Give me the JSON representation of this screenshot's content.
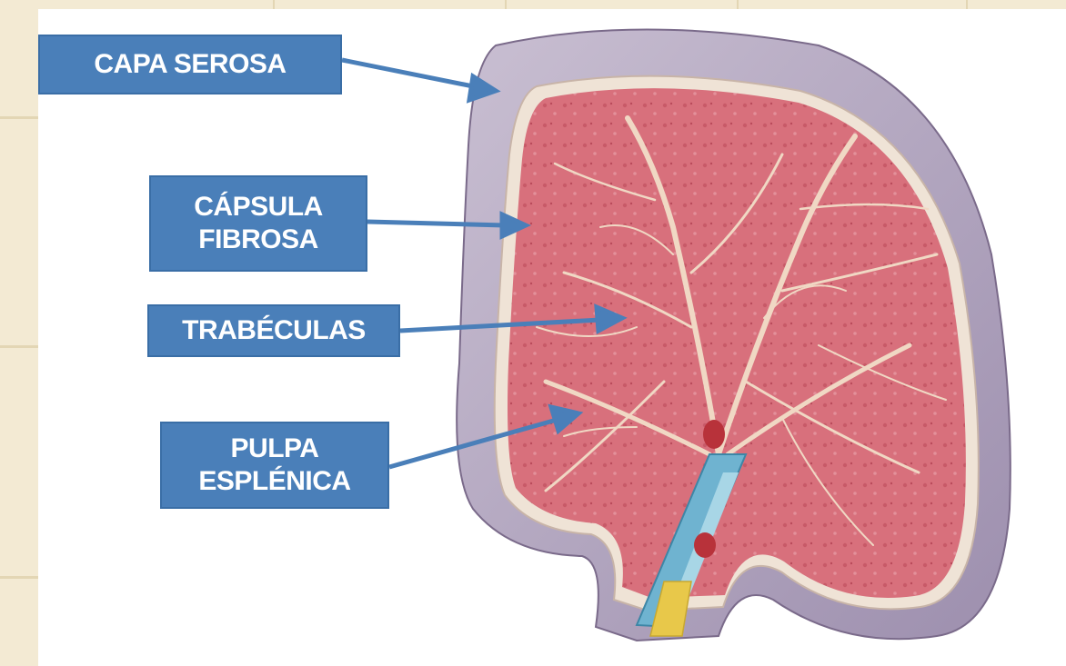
{
  "labels": {
    "capa_serosa": "CAPA SEROSA",
    "capsula_fibrosa_line1": "CÁPSULA",
    "capsula_fibrosa_line2": "FIBROSA",
    "trabeculas": "TRABÉCULAS",
    "pulpa_esplenica_line1": "PULPA",
    "pulpa_esplenica_line2": "ESPLÉNICA"
  },
  "colors": {
    "label_fill": "#4a7fb9",
    "arrow": "#4a7fb9",
    "serosa": "#b4a7c0",
    "pulp": "#d8707c",
    "trabecula": "#f0d8c4",
    "vessel_blue": "#6fb3d0",
    "vessel_yellow": "#e8c84a",
    "vessel_red": "#b8323a"
  }
}
